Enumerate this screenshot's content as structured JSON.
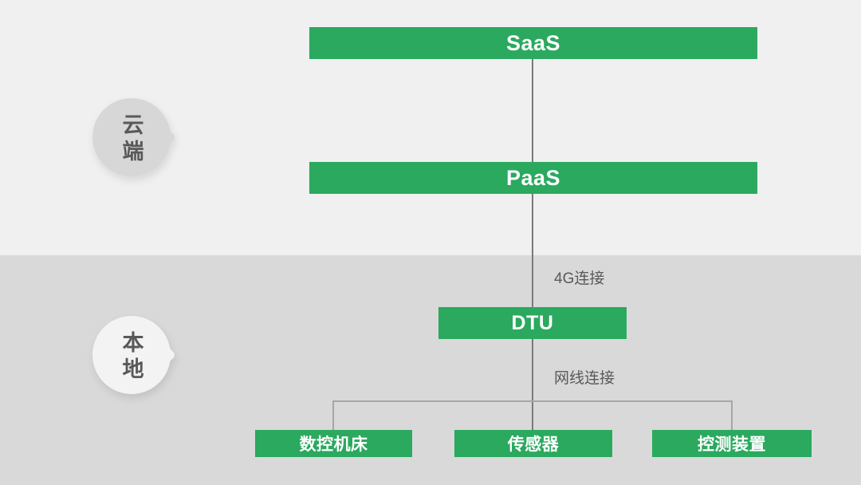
{
  "colors": {
    "green": "#2aa95f",
    "cloud_bg": "#f0f0f0",
    "local_bg": "#d9d9d9",
    "cloud_pin": "#d7d7d7",
    "local_pin": "#f3f3f3",
    "pin_text": "#595959",
    "label_text": "#595959",
    "spine_line": "#7a7a7a",
    "bracket_line": "#a6a6a6",
    "bar_text": "#ffffff"
  },
  "sections": {
    "cloud": {
      "label": "云端"
    },
    "local": {
      "label": "本地"
    }
  },
  "nodes": {
    "saas": {
      "label": "SaaS"
    },
    "paas": {
      "label": "PaaS"
    },
    "dtu": {
      "label": "DTU"
    },
    "devices": [
      {
        "label": "数控机床"
      },
      {
        "label": "传感器"
      },
      {
        "label": "控测装置"
      }
    ]
  },
  "connections": {
    "cloud_to_dtu": {
      "label": "4G连接"
    },
    "dtu_to_devices": {
      "label": "网线连接"
    }
  }
}
